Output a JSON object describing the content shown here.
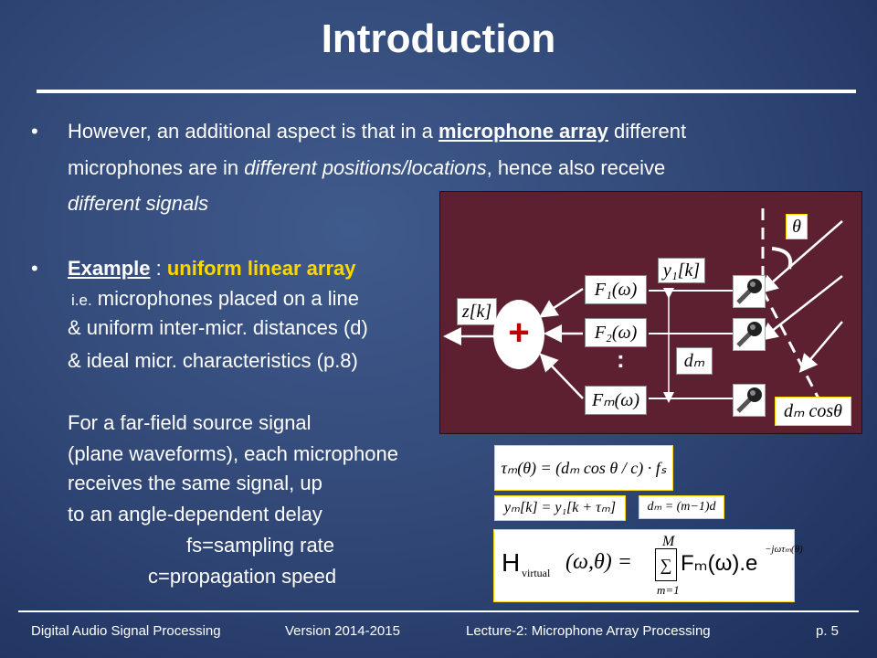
{
  "slide": {
    "title": "Introduction",
    "bullet_symbol": "•",
    "bullet1": {
      "line1_a": "However, an additional aspect is that in a ",
      "line1_b": "microphone array",
      "line1_c": " different",
      "line2_a": "microphones are in ",
      "line2_b": "different positions/locations",
      "line2_c": ", hence also receive",
      "line3": "different  signals"
    },
    "bullet2": {
      "label": "Example",
      "colon": " : ",
      "highlight": "uniform linear array",
      "ie_prefix": "i.e.",
      "ie_rest": " microphones placed on a line",
      "line2": "& uniform inter-micr. distances (d)",
      "line3": "& ideal micr. characteristics (p.8)"
    },
    "paragraph": {
      "lines": [
        "For a far-field source signal",
        "(plane waveforms), each microphone",
        "receives the same signal, up",
        "to an angle-dependent  delay"
      ],
      "fs_line": "fs=sampling rate",
      "c_line": "c=propagation speed"
    }
  },
  "diagram": {
    "z_label": "z[k]",
    "y1_label": "y₁[k]",
    "f1_label": "F₁(ω)",
    "f2_label": "F₂(ω)",
    "fm_label": "Fₘ(ω)",
    "dm_label": "dₘ",
    "theta_label": "θ",
    "dcos_label": "dₘ cosθ",
    "sum_symbol": "+",
    "dots": ":"
  },
  "formulas": {
    "tau": "τₘ(θ) = (dₘ cos θ / c) · fₛ",
    "ym": "yₘ[k] = y₁[k + τₘ]",
    "dm": "dₘ = (m−1)d",
    "h_left": "H",
    "h_sub": "virtual",
    "h_args": "(ω,θ) =",
    "h_top": "M",
    "h_bottom": "m=1",
    "h_box": "∑",
    "h_right": "Fₘ(ω).e",
    "h_exp": "−jωτₘ(θ)"
  },
  "footer": {
    "course": "Digital Audio Signal Processing",
    "version": "Version 2014-2015",
    "lecture": "Lecture-2: Microphone Array Processing",
    "page": "p. 5"
  }
}
